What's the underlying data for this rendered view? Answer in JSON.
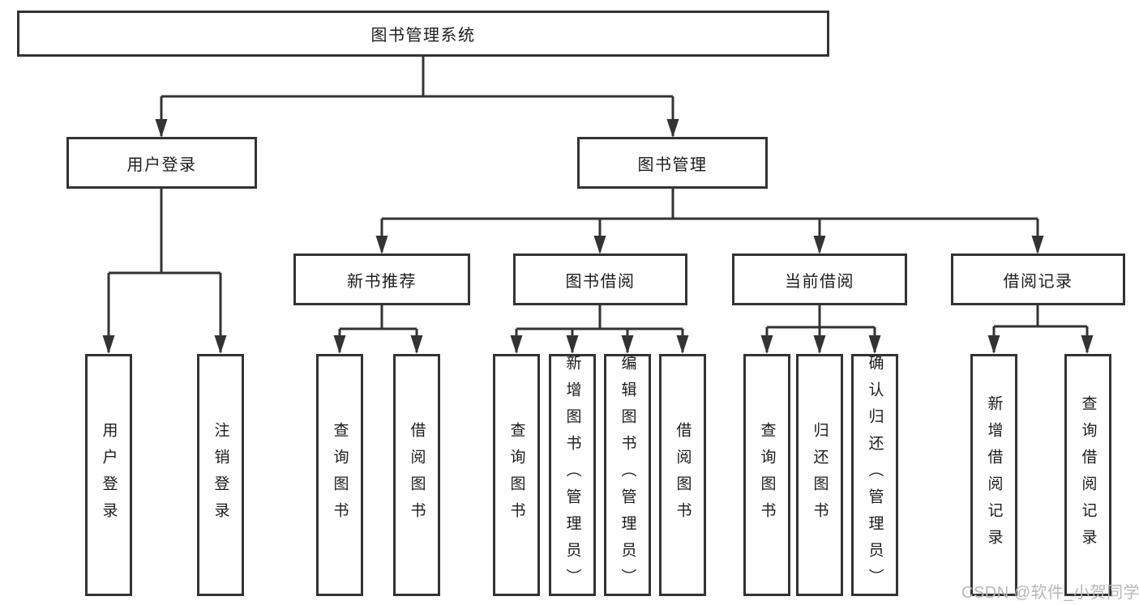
{
  "diagram": {
    "root_label": "图书管理系统",
    "user_login": {
      "label": "用户登录",
      "children": [
        "用户登录",
        "注销登录"
      ]
    },
    "book_management": {
      "label": "图书管理",
      "groups": [
        {
          "label": "新书推荐",
          "children": [
            "查询图书",
            "借阅图书"
          ]
        },
        {
          "label": "图书借阅",
          "children": [
            "查询图书",
            "新增图书（管理员）",
            "编辑图书（管理员）",
            "借阅图书"
          ]
        },
        {
          "label": "当前借阅",
          "children": [
            "查询图书",
            "归还图书",
            "确认归还（管理员）"
          ]
        },
        {
          "label": "借阅记录",
          "children": [
            "新增借阅记录",
            "查询借阅记录"
          ]
        }
      ]
    },
    "watermark": "CSDN @软件_小贺同学"
  },
  "colors": {
    "line": "#333333",
    "text": "#1c1c1c",
    "watermark": "#b5b7bb",
    "background": "#ffffff"
  }
}
